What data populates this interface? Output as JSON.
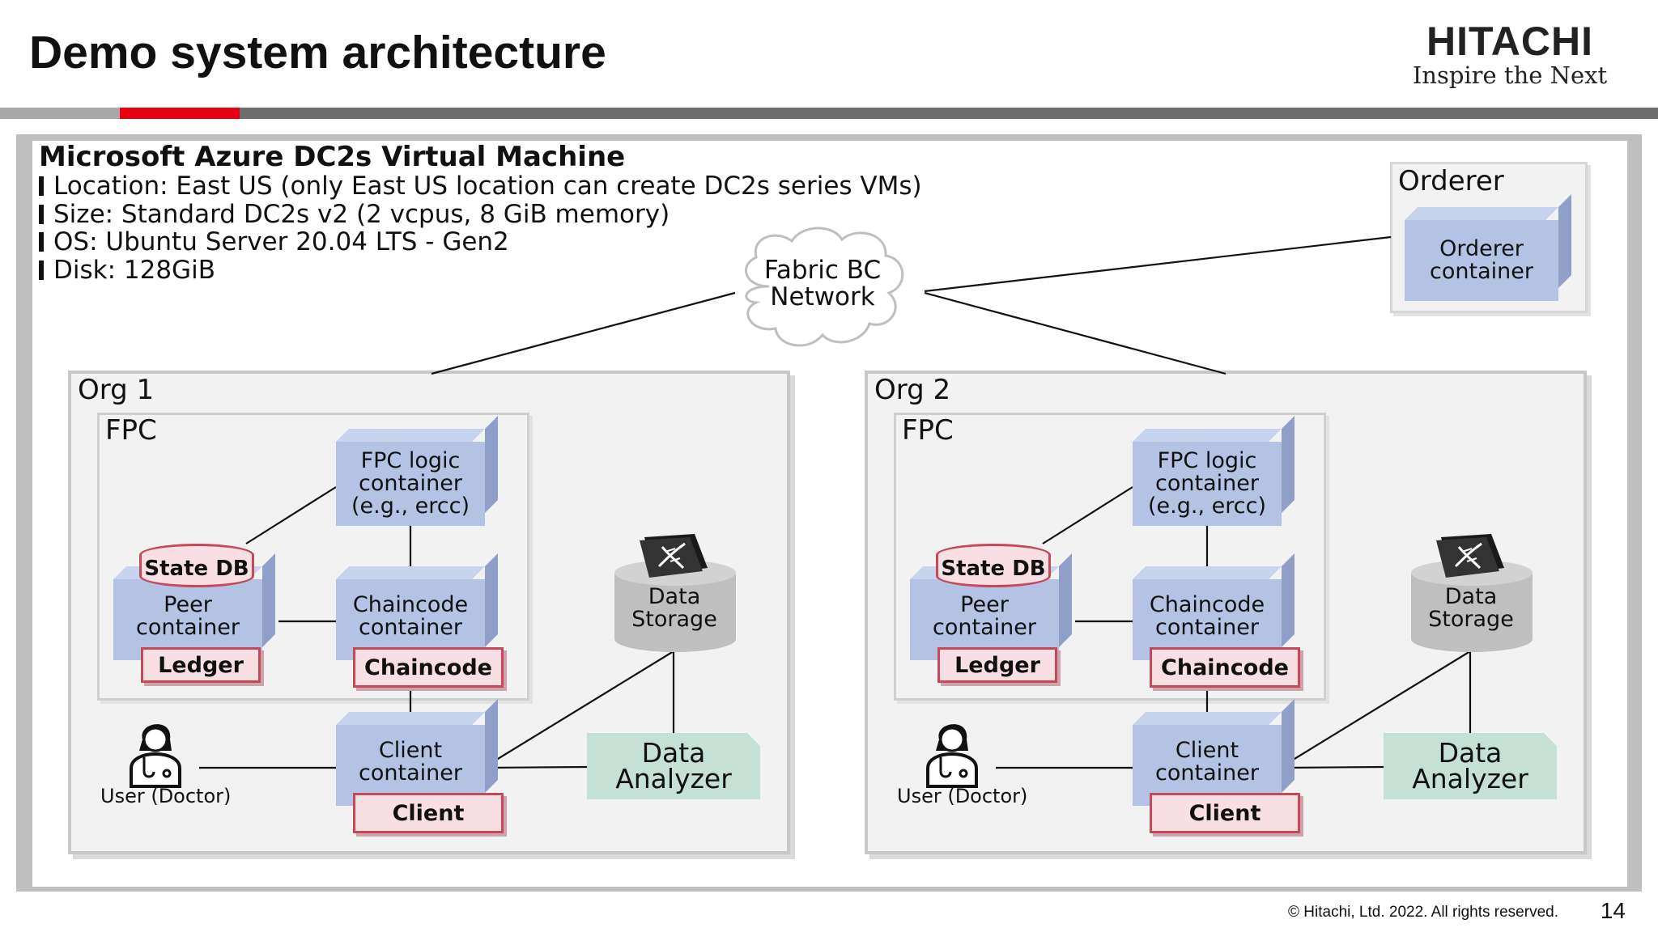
{
  "header": {
    "title": "Demo system architecture",
    "brand_name": "HITACHI",
    "brand_tagline": "Inspire the Next"
  },
  "vm": {
    "title": "Microsoft Azure DC2s Virtual Machine",
    "specs": [
      "Location: East US (only East US location can create DC2s series VMs)",
      "Size: Standard DC2s v2 (2 vcpus, 8 GiB memory)",
      "OS: Ubuntu Server 20.04 LTS - Gen2",
      "Disk: 128GiB"
    ]
  },
  "network": {
    "line1": "Fabric BC",
    "line2": "Network"
  },
  "orderer": {
    "label": "Orderer",
    "container_line1": "Orderer",
    "container_line2": "container"
  },
  "orgs": [
    {
      "label": "Org 1",
      "fpc_label": "FPC",
      "fpc_logic": [
        "FPC logic",
        "container",
        "(e.g., ercc)"
      ],
      "state_db": "State DB",
      "peer": [
        "Peer",
        "container"
      ],
      "ledger": "Ledger",
      "chaincode_container": [
        "Chaincode",
        "container"
      ],
      "chaincode": "Chaincode",
      "client_container": [
        "Client",
        "container"
      ],
      "client": "Client",
      "storage": [
        "Data",
        "Storage"
      ],
      "analyzer": [
        "Data",
        "Analyzer"
      ],
      "user": "User (Doctor)"
    },
    {
      "label": "Org 2",
      "fpc_label": "FPC",
      "fpc_logic": [
        "FPC logic",
        "container",
        "(e.g., ercc)"
      ],
      "state_db": "State DB",
      "peer": [
        "Peer",
        "container"
      ],
      "ledger": "Ledger",
      "chaincode_container": [
        "Chaincode",
        "container"
      ],
      "chaincode": "Chaincode",
      "client_container": [
        "Client",
        "container"
      ],
      "client": "Client",
      "storage": [
        "Data",
        "Storage"
      ],
      "analyzer": [
        "Data",
        "Analyzer"
      ],
      "user": "User (Doctor)"
    }
  ],
  "footer": {
    "copyright": "© Hitachi, Ltd. 2022. All rights reserved.",
    "page": "14"
  },
  "colors": {
    "accent": "#e60012",
    "container_blue": "#b4c3e3",
    "tag_red": "#c44a5a",
    "analyzer_green": "#c5e0d5",
    "storage_gray": "#bfbfbf"
  },
  "icons": [
    "doctor-icon",
    "dna-icon",
    "cloud-icon"
  ]
}
